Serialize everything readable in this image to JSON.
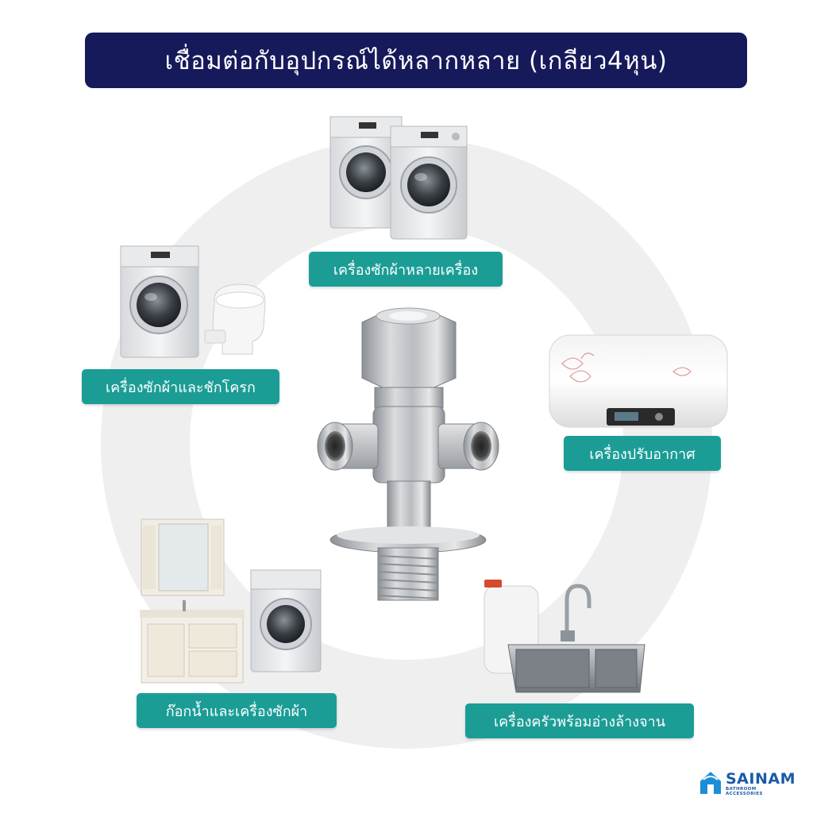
{
  "header": {
    "title": "เชื่อมต่อกับอุปกรณ์ได้หลากหลาย (เกลียว4หุน)"
  },
  "labels": {
    "top": "เครื่องซักผ้าหลายเครื่อง",
    "left": "เครื่องซักผ้าและชักโครก",
    "right": "เครื่องปรับอากาศ",
    "bottom_left": "ก๊อกน้ำและเครื่องซักผ้า",
    "bottom_right": "เครื่องครัวพร้อมอ่างล้างจาน"
  },
  "brand": {
    "name": "SAINAM",
    "tagline": "BATHROOM ACCESSORIES"
  },
  "colors": {
    "banner": "#16195a",
    "label": "#1b9d96",
    "ring": "#efefef",
    "brand": "#1b5aa8"
  },
  "icons": {
    "center": "angle-valve-image",
    "top": "washing-machines-image",
    "left": "washer-and-toilet-image",
    "right": "water-heater-image",
    "bottom_left": "vanity-and-washer-image",
    "bottom_right": "kitchen-sink-image",
    "logo": "house-logo-icon"
  }
}
